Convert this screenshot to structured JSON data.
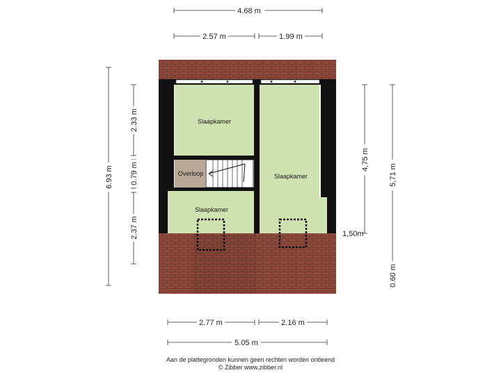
{
  "colors": {
    "roof": "#8b4a3c",
    "roof_line": "#6e3528",
    "room": "#cfe2b0",
    "landing": "#b8a898",
    "wall": "#111111",
    "dim_line": "#333333"
  },
  "dimensions": {
    "top_total": "4.68 m",
    "top_left": "2.57 m",
    "top_right": "1.99 m",
    "bottom_left": "2.77 m",
    "bottom_right": "2.16 m",
    "bottom_total": "5.05 m",
    "left_outer": "6.93 m",
    "left_top": "2.33 m",
    "left_mid": "0.79 m",
    "left_bottom": "2.37 m",
    "right_inner": "4,75 m",
    "right_outer": "5,71 m",
    "right_bottom": "0.60 m",
    "right_mark": "1,50m"
  },
  "rooms": {
    "bedroom_top_left": "Slaapkamer",
    "bedroom_right": "Slaapkamer",
    "bedroom_bottom_left": "Slaapkamer",
    "landing": "Overloop"
  },
  "footer": {
    "line1": "Aan de plattegronden kunnen geen rechten worden ontleend",
    "line2": "© Zibber www.zibber.nl"
  }
}
